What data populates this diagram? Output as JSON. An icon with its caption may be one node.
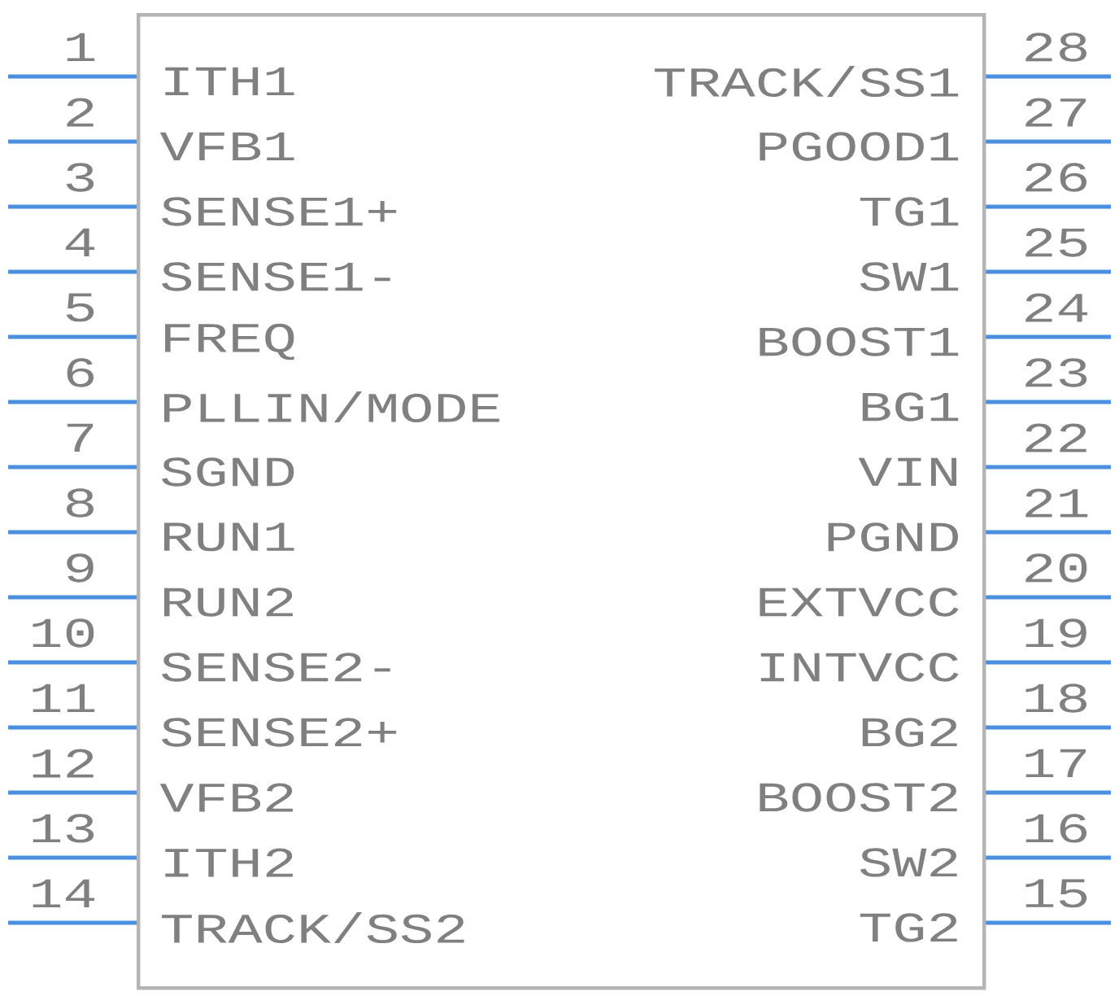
{
  "diagram": {
    "nodes": [
      {
        "text": [
          "ITH1",
          "TRACK/SS1",
          "VFB1",
          "PGOOD1",
          "SENSE1+",
          "TG1",
          "SENSE1-",
          "SW1",
          "FREQ",
          "BOOST1",
          "PLLIN/MODE",
          "BG1",
          "SGND",
          "VIN",
          "RUN1",
          "PGND",
          "RUN2",
          "EXTVCC",
          "SENSE2-",
          "INTVCC",
          "SENSE2+",
          "BG2",
          "VFB2",
          "BOOST2",
          "ITH2",
          "SW2",
          "TRACK/SS2",
          "TG2"
        ]
      }
    ],
    "labels": [
      "1",
      "28",
      "2",
      "27",
      "3",
      "26",
      "4",
      "25",
      "5",
      "24",
      "6",
      "23",
      "7",
      "22",
      "8",
      "21",
      "9",
      "20",
      "10",
      "19",
      "11",
      "18",
      "12",
      "17",
      "13",
      "16",
      "14",
      "15"
    ]
  }
}
